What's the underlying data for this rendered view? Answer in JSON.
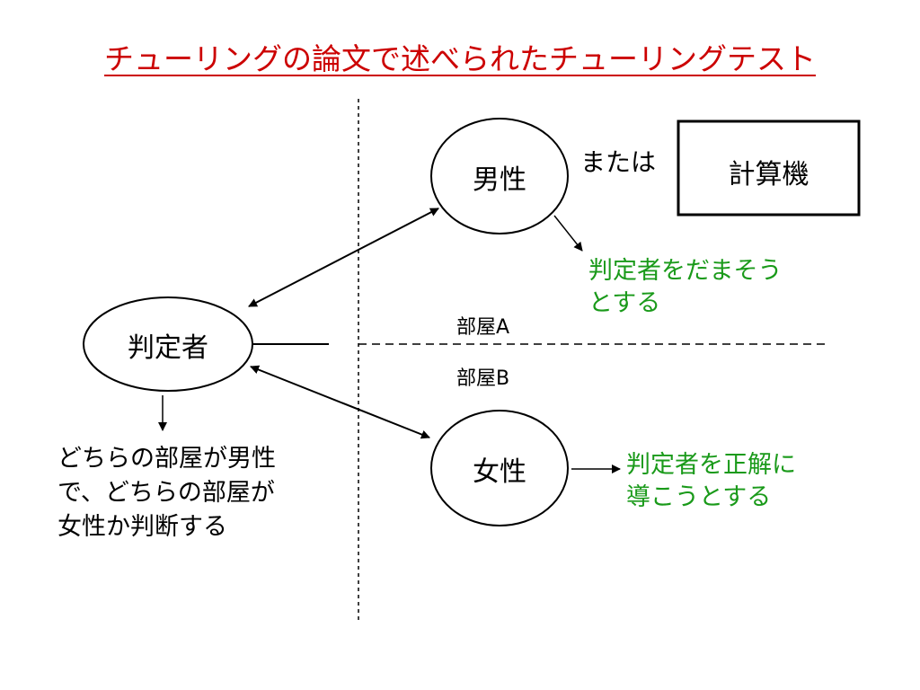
{
  "title": "チューリングの論文で述べられたチューリングテスト",
  "nodes": {
    "judge": "判定者",
    "man": "男性",
    "woman": "女性",
    "computer": "計算機"
  },
  "labels": {
    "or": "または",
    "room_a": "部屋A",
    "room_b": "部屋B"
  },
  "notes": {
    "man_line1": "判定者をだまそう",
    "man_line2": "とする",
    "woman_line1": "判定者を正解に",
    "woman_line2": "導こうとする",
    "judge_line1": "どちらの部屋が男性",
    "judge_line2": "で、どちらの部屋が",
    "judge_line3": "女性か判断する"
  },
  "colors": {
    "title": "#cc0000",
    "note_green": "#1a9a1a",
    "stroke": "#000000"
  }
}
